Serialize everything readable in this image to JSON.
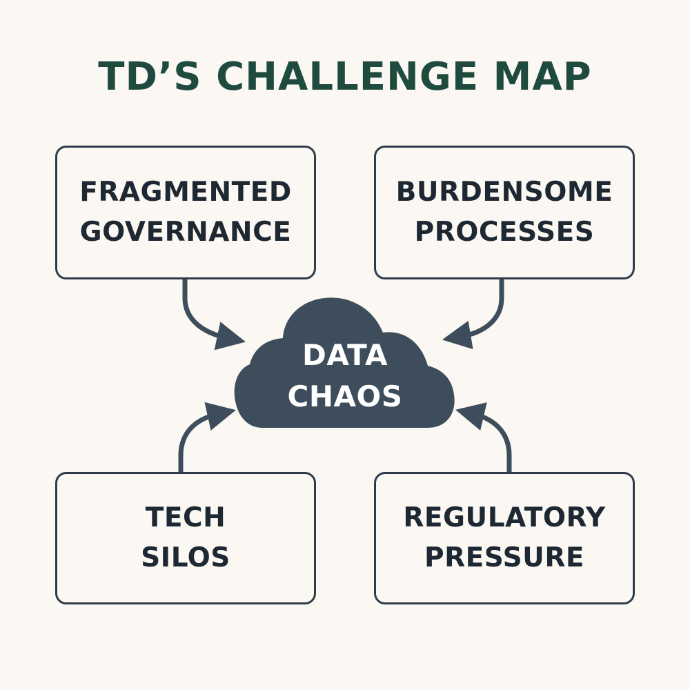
{
  "title": "TD’S CHALLENGE MAP",
  "center": {
    "line1": "DATA",
    "line2": "CHAOS",
    "fill_color": "#3e4d5c"
  },
  "boxes": {
    "top_left": {
      "line1": "FRAGMENTED",
      "line2": "GOVERNANCE"
    },
    "top_right": {
      "line1": "BURDENSOME",
      "line2": "PROCESSES"
    },
    "bottom_left": {
      "line1": "TECH",
      "line2": "SILOS"
    },
    "bottom_right": {
      "line1": "REGULATORY",
      "line2": "PRESSURE"
    }
  },
  "colors": {
    "background": "#fbf8f3",
    "title": "#1f4a3e",
    "border": "#2e3b48",
    "text": "#1e2833",
    "arrow": "#3e4d5c"
  }
}
